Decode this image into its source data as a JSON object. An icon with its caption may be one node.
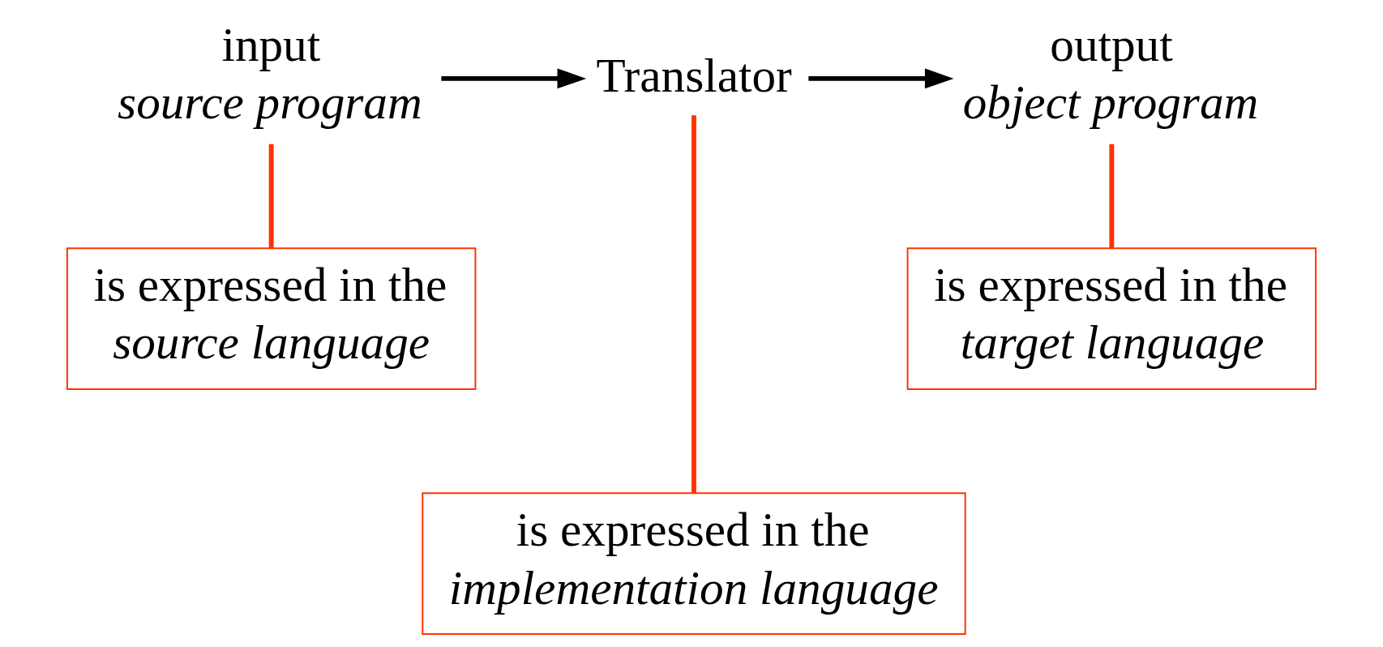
{
  "diagram": {
    "nodes": [
      {
        "text": [
          "input",
          "source program"
        ]
      },
      {
        "text": [
          "Translator"
        ]
      },
      {
        "text": [
          "output",
          "object program"
        ]
      },
      {
        "text": [
          "is expressed in the",
          "source language"
        ]
      },
      {
        "text": [
          "is expressed in the",
          "implementation language"
        ]
      },
      {
        "text": [
          "is expressed in the",
          "target language"
        ]
      }
    ],
    "edges": [
      {
        "from": 0,
        "to": 1,
        "arrow": "to",
        "color": "#000000"
      },
      {
        "from": 1,
        "to": 2,
        "arrow": "to",
        "color": "#000000"
      },
      {
        "from": 0,
        "to": 3,
        "arrow": "none",
        "color": "#ff3300"
      },
      {
        "from": 1,
        "to": 4,
        "arrow": "none",
        "color": "#ff3300"
      },
      {
        "from": 2,
        "to": 5,
        "arrow": "none",
        "color": "#ff3300"
      }
    ]
  }
}
